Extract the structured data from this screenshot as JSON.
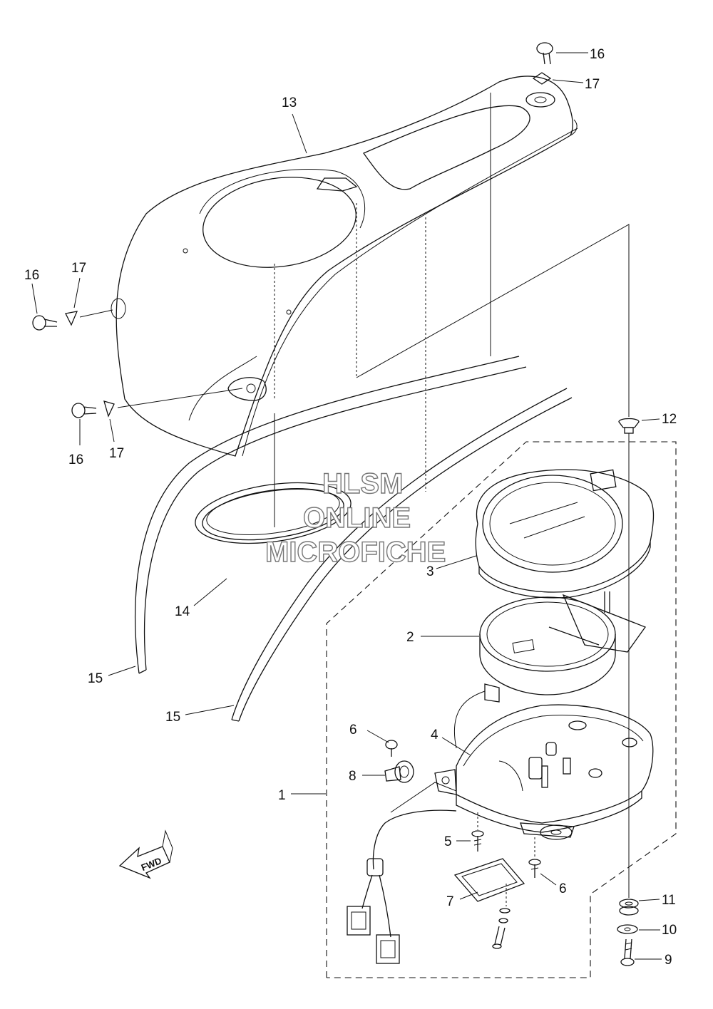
{
  "watermark": {
    "line1": "HLSM",
    "line2": "ONLINE",
    "line3": "MICROFICHE"
  },
  "fwd_label": "FWD",
  "callouts": [
    {
      "id": "1",
      "text": "1"
    },
    {
      "id": "2",
      "text": "2"
    },
    {
      "id": "3",
      "text": "3"
    },
    {
      "id": "4",
      "text": "4"
    },
    {
      "id": "5",
      "text": "5"
    },
    {
      "id": "6a",
      "text": "6"
    },
    {
      "id": "6b",
      "text": "6"
    },
    {
      "id": "7",
      "text": "7"
    },
    {
      "id": "8",
      "text": "8"
    },
    {
      "id": "9",
      "text": "9"
    },
    {
      "id": "10",
      "text": "10"
    },
    {
      "id": "11",
      "text": "11"
    },
    {
      "id": "12",
      "text": "12"
    },
    {
      "id": "13",
      "text": "13"
    },
    {
      "id": "14",
      "text": "14"
    },
    {
      "id": "15a",
      "text": "15"
    },
    {
      "id": "15b",
      "text": "15"
    },
    {
      "id": "16a",
      "text": "16"
    },
    {
      "id": "16b",
      "text": "16"
    },
    {
      "id": "16c",
      "text": "16"
    },
    {
      "id": "17a",
      "text": "17"
    },
    {
      "id": "17b",
      "text": "17"
    },
    {
      "id": "17c",
      "text": "17"
    }
  ]
}
